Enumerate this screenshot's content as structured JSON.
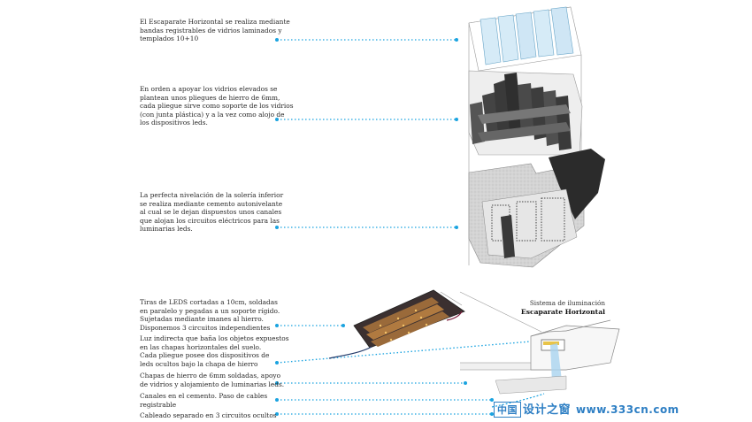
{
  "notes": {
    "n1": "El Escaparate Horizontal se realiza mediante\nbandas registrables de vidrios laminados y\ntemplados 10+10",
    "n2": "En orden a apoyar los vidrios elevados se\nplantean unos pliegues de hierro de 6mm,\ncada pliegue sirve como soporte de los vidrios\n(con junta plástica) y a la vez como alojo de\nlos dispositivos leds.",
    "n3": "La perfecta nivelación de la solería inferior\nse realiza mediante cemento autonivelante\nal cual se le dejan dispuestos unos canales\nque alojan los circuitos eléctricos para las\nluminarias leds.",
    "n4": "Tiras de LEDS cortadas a 10cm, soldadas\nen paralelo y pegadas a un soporte rígido.\nSujetadas mediante imanes al hierro.\nDisponemos 3 circuitos independientes",
    "n5": "Luz indirecta que baña los objetos expuestos\nen las chapas horizontales del suelo.\nCada pliegue posee dos dispositivos de\nleds ocultos bajo la chapa de hierro",
    "n6": "Chapas de hierro de 6mm soldadas, apoyo\nde vidrios y alojamiento de luminarias leds.",
    "n7": "Canales en el cemento. Paso de cables\nregistrable",
    "n8": "Cableado separado en 3 circuitos ocultos"
  },
  "system": {
    "line1": "Sistema de iluminación",
    "line2": "Escaparate Horizontal"
  },
  "watermark": {
    "mark": "中国",
    "rest": "设计之窗",
    "url": "www.333cn.com"
  },
  "colors": {
    "leader": "#1aa3e0",
    "glass": "#d6ebf7",
    "iron": "#3a3a3a",
    "concrete": "#cfcfcf"
  }
}
